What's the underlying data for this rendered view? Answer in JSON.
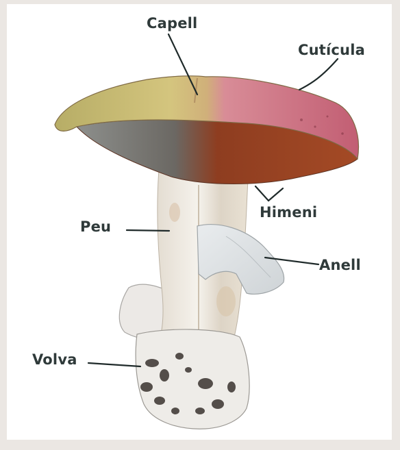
{
  "labels": {
    "capell": "Capell",
    "cuticula": "Cutícula",
    "himeni": "Himeni",
    "peu": "Peu",
    "anell": "Anell",
    "volva": "Volva"
  },
  "colors": {
    "background": "#ebe7e3",
    "label_text": "#2f3a3a",
    "leader_line": "#1f2a2a",
    "cap_olive": "#c7b46a",
    "cap_pink": "#c76a7a",
    "gills_brown": "#9a4a2a",
    "stem_white": "#ece7de"
  }
}
